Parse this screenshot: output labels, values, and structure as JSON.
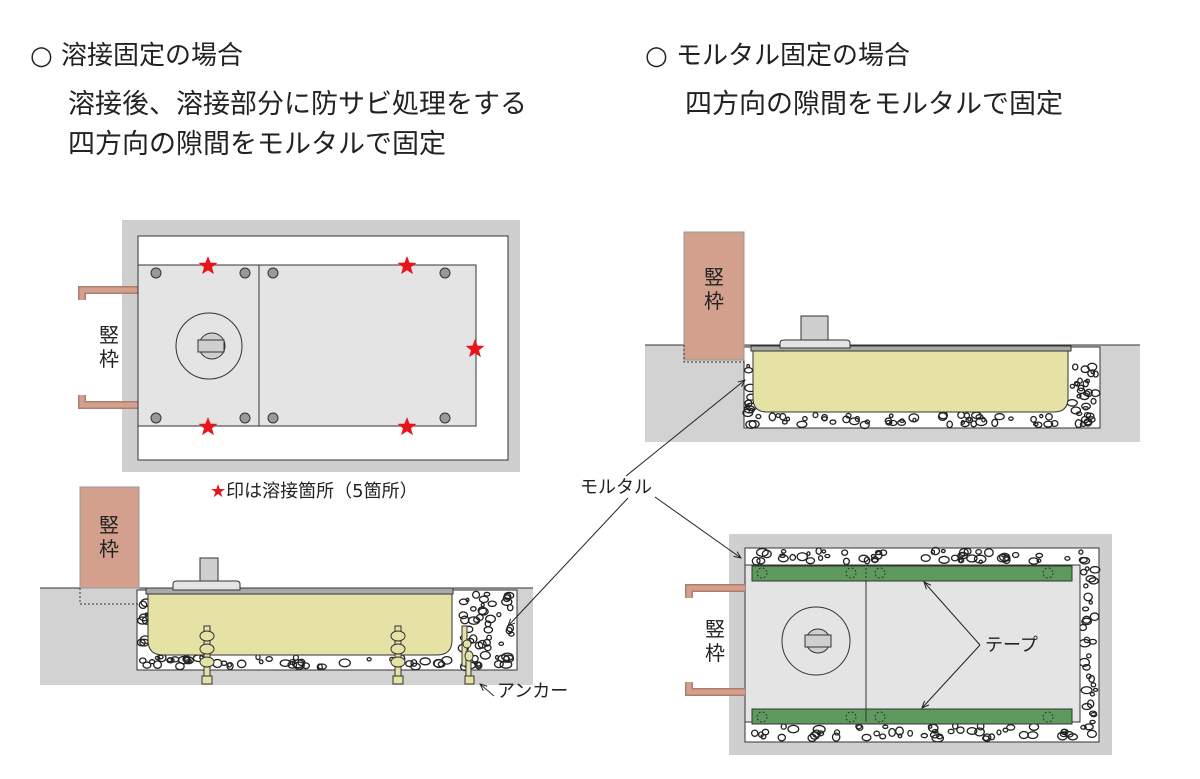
{
  "welding": {
    "heading": "○ 溶接固定の場合",
    "line1": "溶接後、溶接部分に防サビ処理をする",
    "line2": "四方向の隙間をモルタルで固定",
    "caption_star": "★",
    "caption": "印は溶接箇所（5箇所）",
    "weld_points": 5
  },
  "mortar": {
    "heading": "○ モルタル固定の場合",
    "line1": "四方向の隙間をモルタルで固定"
  },
  "labels": {
    "frame_top": "竪",
    "frame_bottom": "枠",
    "mortar": "モルタル",
    "anchor": "アンカー",
    "tape": "テープ"
  },
  "colors": {
    "frame": "#d4a08e",
    "box": "#e6e2a6",
    "tape": "#5e9a5e",
    "ground": "#d2d2d2",
    "plate": "#e4e4e4",
    "star": "#e8141c"
  }
}
